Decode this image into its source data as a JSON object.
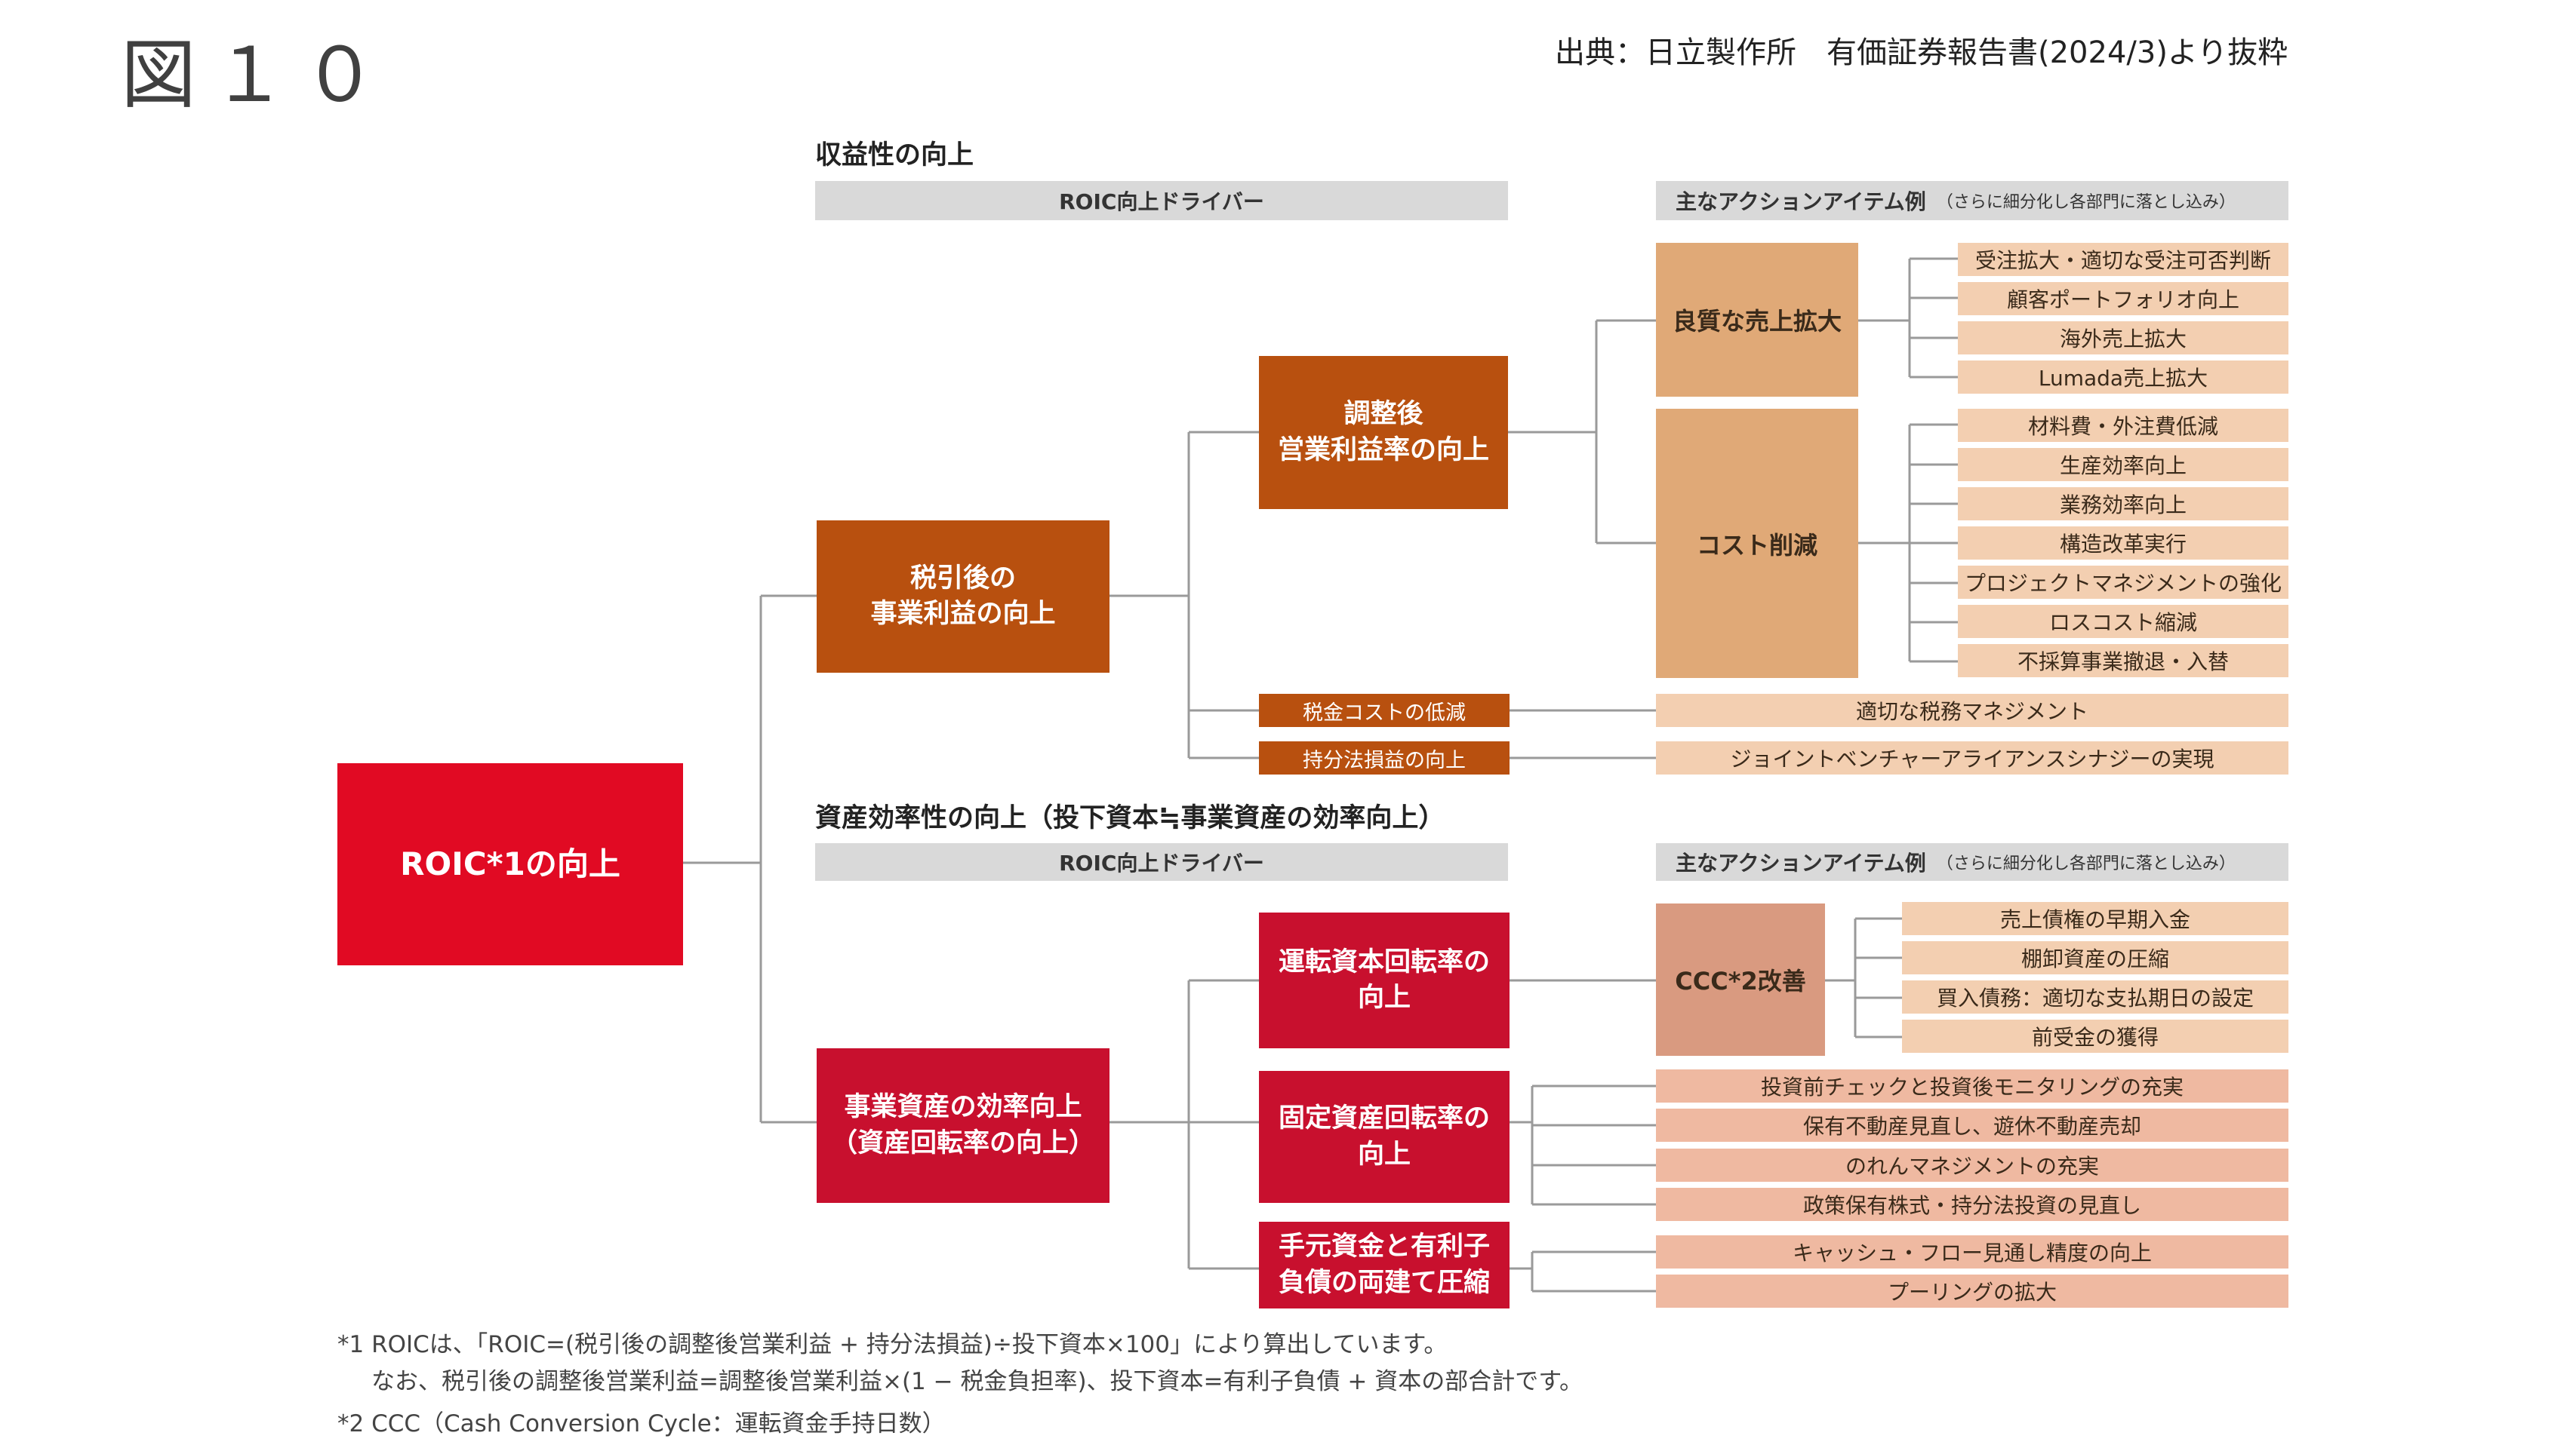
{
  "figure_label": "図１０",
  "source": "出典：日立製作所　有価証券報告書(2024/3)より抜粋",
  "top_section": {
    "title": "収益性の向上",
    "driver_header": "ROIC向上ドライバー",
    "actions_header": "主なアクションアイテム例",
    "actions_header_note": "（さらに細分化し各部門に落とし込み）"
  },
  "root": "ROIC*1の向上",
  "profit_branch": {
    "node": "税引後の\n事業利益の向上",
    "margin_node": "調整後\n営業利益率の向上",
    "tax_node": "税金コストの低減",
    "equity_node": "持分法損益の向上",
    "quality_sales": "良質な売上拡大",
    "quality_sales_items": [
      "受注拡大・適切な受注可否判断",
      "顧客ポートフォリオ向上",
      "海外売上拡大",
      "Lumada売上拡大"
    ],
    "cost_cut": "コスト削減",
    "cost_cut_items": [
      "材料費・外注費低減",
      "生産効率向上",
      "業務効率向上",
      "構造改革実行",
      "プロジェクトマネジメントの強化",
      "ロスコスト縮減",
      "不採算事業撤退・入替"
    ],
    "tax_action": "適切な税務マネジメント",
    "equity_action": "ジョイントベンチャーアライアンスシナジーの実現"
  },
  "bottom_section": {
    "title": "資産効率性の向上（投下資本≒事業資産の効率向上）",
    "driver_header": "ROIC向上ドライバー",
    "actions_header": "主なアクションアイテム例",
    "actions_header_note": "（さらに細分化し各部門に落とし込み）"
  },
  "asset_branch": {
    "node": "事業資産の効率向上\n（資産回転率の向上）",
    "wc_node": "運転資本回転率の\n向上",
    "fixed_node": "固定資産回転率の\n向上",
    "cash_node": "手元資金と有利子\n負債の両建て圧縮",
    "ccc": "CCC*2改善",
    "ccc_items": [
      "売上債権の早期入金",
      "棚卸資産の圧縮",
      "買入債務：適切な支払期日の設定",
      "前受金の獲得"
    ],
    "fixed_items": [
      "投資前チェックと投資後モニタリングの充実",
      "保有不動産見直し、遊休不動産売却",
      "のれんマネジメントの充実",
      "政策保有株式・持分法投資の見直し"
    ],
    "cash_items": [
      "キャッシュ・フロー見通し精度の向上",
      "プーリングの拡大"
    ]
  },
  "footnotes": [
    "*1 ROICは、「ROIC=(税引後の調整後営業利益 + 持分法損益)÷投下資本×100」により算出しています。",
    "なお、税引後の調整後営業利益=調整後営業利益×(1 − 税金負担率)、投下資本=有利子負債 + 資本の部合計です。",
    "*2 CCC（Cash Conversion Cycle：運転資金手持日数）"
  ]
}
